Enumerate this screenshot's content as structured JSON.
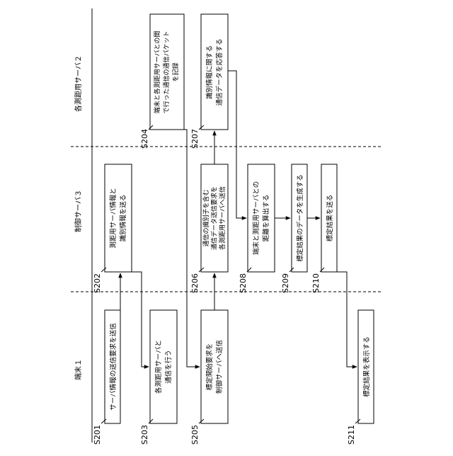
{
  "lanes": [
    {
      "id": "terminal",
      "label": "端末１"
    },
    {
      "id": "control",
      "label": "制御サーバ３"
    },
    {
      "id": "ranging",
      "label": "各測距用サーバ２"
    }
  ],
  "steps": [
    {
      "id": "S201",
      "lines": [
        "サーバ情報の送信要求を送信"
      ]
    },
    {
      "id": "S202",
      "lines": [
        "測距用サーバ情報と",
        "識別情報を送る"
      ]
    },
    {
      "id": "S203",
      "lines": [
        "各測距用サーバと",
        "通信を行う"
      ]
    },
    {
      "id": "S204",
      "lines": [
        "端末と各測距用サーバとの間",
        "で行った通信の通信パケット",
        "を記録"
      ]
    },
    {
      "id": "S205",
      "lines": [
        "標定開始要求を",
        "制御サーバへ送信"
      ]
    },
    {
      "id": "S206",
      "lines": [
        "通信の識別子を含む",
        "通信データ送信要求を",
        "各測距用サーバへ送信"
      ]
    },
    {
      "id": "S207",
      "lines": [
        "識別情報に関する",
        "通信データを応答する"
      ]
    },
    {
      "id": "S208",
      "lines": [
        "端末と測距用サーバとの",
        "距離を算出する"
      ]
    },
    {
      "id": "S209",
      "lines": [
        "標定結果のデータを生成する"
      ]
    },
    {
      "id": "S210",
      "lines": [
        "標定結果を送る"
      ]
    },
    {
      "id": "S211",
      "lines": [
        "標定結果を表示する"
      ]
    }
  ]
}
